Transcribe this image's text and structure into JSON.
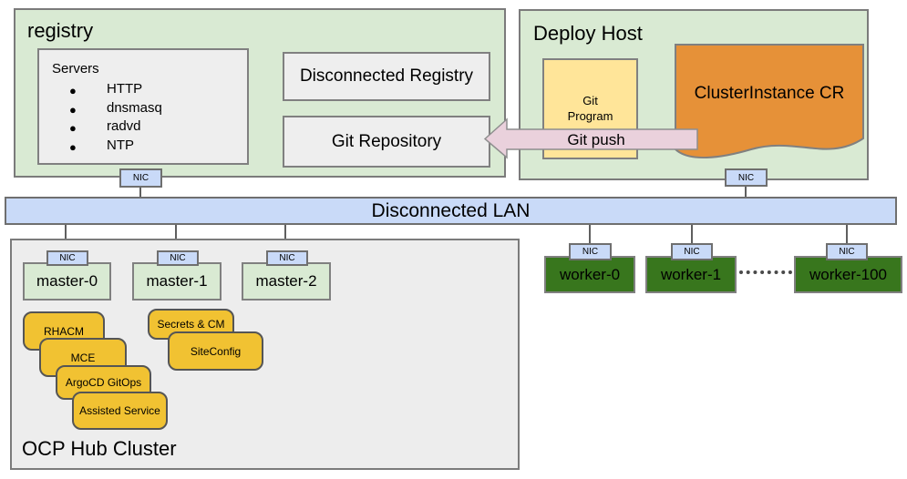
{
  "registry": {
    "title": "registry",
    "servers": {
      "title": "Servers",
      "items": [
        "HTTP",
        "dnsmasq",
        "radvd",
        "NTP"
      ]
    },
    "disconnected_registry_label": "Disconnected Registry",
    "git_repository_label": "Git Repository"
  },
  "deploy_host": {
    "title": "Deploy Host",
    "git_program_label": "Git Program",
    "cluster_instance_label": "ClusterInstance CR"
  },
  "git_push_label": "Git push",
  "lan": {
    "label": "Disconnected LAN"
  },
  "nic_label": "NIC",
  "hub_cluster": {
    "title": "OCP Hub Cluster",
    "masters": [
      "master-0",
      "master-1",
      "master-2"
    ],
    "operators": [
      "RHACM",
      "MCE",
      "ArgoCD GitOps",
      "Assisted Service"
    ],
    "config_items": [
      "Secrets & CM",
      "SiteConfig"
    ]
  },
  "workers": [
    "worker-0",
    "worker-1",
    "worker-100"
  ],
  "colors": {
    "zone_green": "#d9ead3",
    "box_gray": "#eeeeee",
    "nic_blue": "#c9daf8",
    "program_yellow": "#ffe599",
    "operator_gold": "#f1c232",
    "cr_orange": "#e69138",
    "push_pink": "#ead1dc",
    "worker_green": "#38761d"
  }
}
